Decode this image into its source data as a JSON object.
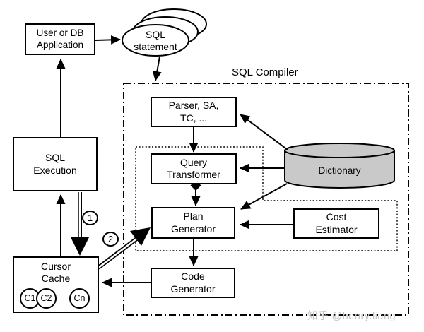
{
  "nodes": {
    "user_app": {
      "lines": [
        "User or DB",
        "Application"
      ]
    },
    "sql_statement": {
      "lines": [
        "SQL",
        "statement"
      ]
    },
    "parser": {
      "lines": [
        "Parser, SA,",
        "TC, ..."
      ]
    },
    "query_transformer": {
      "lines": [
        "Query",
        "Transformer"
      ]
    },
    "plan_generator": {
      "lines": [
        "Plan",
        "Generator"
      ]
    },
    "cost_estimator": {
      "lines": [
        "Cost",
        "Estimator"
      ]
    },
    "code_generator": {
      "lines": [
        "Code",
        "Generator"
      ]
    },
    "dictionary": {
      "label": "Dictionary"
    },
    "sql_execution": {
      "lines": [
        "SQL",
        "Execution"
      ]
    },
    "cursor_cache": {
      "lines": [
        "Cursor",
        "Cache"
      ],
      "cursors": [
        "C1",
        "C2",
        "Cn"
      ]
    }
  },
  "regions": {
    "sql_compiler_label": "SQL Compiler"
  },
  "annotations": {
    "step1": "1",
    "step2": "2"
  },
  "watermark": "知乎 @henry.liang",
  "colors": {
    "line": "#000000",
    "box_fill": "#ffffff",
    "dictionary_fill": "#c9c9c9",
    "watermark_text": "#c5c5c5",
    "background": "#ffffff"
  }
}
